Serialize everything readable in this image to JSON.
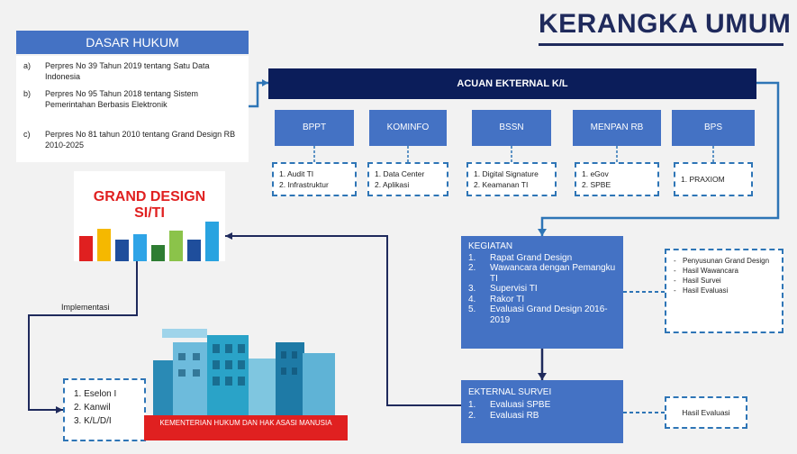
{
  "title": "KERANGKA UMUM",
  "dasar_hukum": {
    "heading": "DASAR HUKUM",
    "items": [
      {
        "marker": "a)",
        "text": "Perpres No 39 Tahun 2019 tentang Satu Data Indonesia"
      },
      {
        "marker": "b)",
        "text": "Perpres No 95 Tahun 2018 tentang Sistem Pemerintahan Berbasis Elektronik"
      },
      {
        "marker": "c)",
        "text": "Perpres No 81 tahun 2010 tentang Grand Design RB 2010-2025"
      }
    ]
  },
  "acuan": "ACUAN EKTERNAL K/L",
  "agencies": [
    {
      "name": "BPPT",
      "items": [
        "1.  Audit TI",
        "2.  Infrastruktur"
      ]
    },
    {
      "name": "KOMINFO",
      "items": [
        "1.  Data Center",
        "2.  Aplikasi"
      ]
    },
    {
      "name": "BSSN",
      "items": [
        "1.  Digital Signature",
        "2.  Keamanan TI"
      ]
    },
    {
      "name": "MENPAN RB",
      "items": [
        "1.  eGov",
        "2.  SPBE"
      ]
    },
    {
      "name": "BPS",
      "items": [
        "1.  PRAXIOM"
      ]
    }
  ],
  "grand_design": {
    "line1": "GRAND DESIGN",
    "line2": "SI/TI"
  },
  "bar_colors": [
    "#e02020",
    "#f5b800",
    "#1f4e9c",
    "#2fa4e7",
    "#2e7d32",
    "#8bc34a",
    "#1f4e9c",
    "#29a3e0"
  ],
  "implementasi": "Implementasi",
  "eselon": [
    "1.  Eselon I",
    "2.  Kanwil",
    "3.  K/L/D/I"
  ],
  "kementerian": "KEMENTERIAN HUKUM DAN HAK ASASI MANUSIA",
  "kegiatan": {
    "heading": "KEGIATAN",
    "items": [
      {
        "marker": "1.",
        "text": "Rapat Grand Design"
      },
      {
        "marker": "2.",
        "text": "Wawancara dengan Pemangku TI"
      },
      {
        "marker": "3.",
        "text": "Supervisi TI"
      },
      {
        "marker": "4.",
        "text": "Rakor TI"
      },
      {
        "marker": "5.",
        "text": "Evaluasi Grand Design 2016-2019"
      }
    ]
  },
  "kegiatan_output": [
    "Penyusunan Grand Design",
    "Hasil Wawancara",
    "Hasil Survei",
    "Hasil Evaluasi"
  ],
  "eksternal_survei": {
    "heading": "EKTERNAL SURVEI",
    "items": [
      {
        "marker": "1.",
        "text": "Evaluasi SPBE"
      },
      {
        "marker": "2.",
        "text": "Evaluasi RB"
      }
    ]
  },
  "survei_output": "Hasil Evaluasi"
}
